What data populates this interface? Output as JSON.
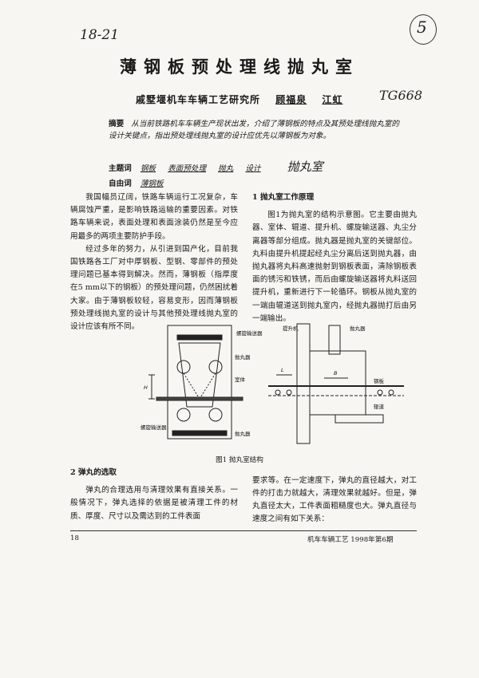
{
  "handwritten": {
    "top_left": "18-21",
    "top_right": "5",
    "code": "TG668",
    "keyword_note": "抛丸室"
  },
  "title": "薄钢板预处理线抛丸室",
  "authors": {
    "affiliation": "戚墅堰机车车辆工艺研究所",
    "names": [
      "顾福泉",
      "江虹"
    ]
  },
  "abstract": {
    "label": "摘要",
    "text": "从当前铁路机车车辆生产现状出发，介绍了薄钢板的特点及其预处理线抛丸室的设计关键点，指出预处理线抛丸室的设计应优先以薄钢板为对象。"
  },
  "keywords": {
    "label": "主题词",
    "items": [
      "钢板",
      "表面预处理",
      "抛丸",
      "设计"
    ]
  },
  "free_words": {
    "label": "自由词",
    "items": [
      "薄钢板"
    ]
  },
  "intro": {
    "p1": "我国幅员辽阔，铁路车辆运行工况复杂，车辆腐蚀严重，是影响铁路运输的重要因素。对铁路车辆来说，表面处理和表面涂装仍然是至今应用最多的两项主要防护手段。",
    "p2": "经过多年的努力，从引进到国产化，目前我国铁路各工厂对中厚钢板、型钢、零部件的预处理问题已基本得到解决。然而，薄钢板（指厚度在5 mm以下的钢板）的预处理问题，仍然困扰着大家。由于薄钢板较轻，容易变形，因而薄钢板预处理线抛丸室的设计与其他预处理线抛丸室的设计应该有所不同。"
  },
  "section1": {
    "heading": "1 抛丸室工作原理",
    "text": "图1为抛丸室的结构示意图。它主要由抛丸器、室体、辊道、提升机、螺旋输送器、丸尘分离器等部分组成。抛丸器是抛丸室的关键部位。丸料由提升机提起经丸尘分离后送到抛丸器，由抛丸器将丸料高速抛射到钢板表面，清除钢板表面的锈污和铁锈，而后由螺旋输送器将丸料送回提升机，重新进行下一轮循环。钢板从抛丸室的一端由辊道送到抛丸室内，经抛丸器抛打后由另一端输出。"
  },
  "figure": {
    "caption": "图1 抛丸室结构",
    "labels": {
      "screw_top": "螺旋输送器",
      "blaster_left": "抛丸器",
      "chamber": "室体",
      "screw_bottom": "螺旋输送器",
      "blaster_bottom": "抛丸器",
      "elevator": "提升机",
      "blaster_right": "抛丸器",
      "plate": "钢板",
      "roller": "辊道",
      "H": "H",
      "L": "L",
      "B": "B"
    }
  },
  "section2": {
    "heading": "2 弹丸的选取",
    "text_left": "弹丸的合理选用与清理效果有直接关系。一般情况下，弹丸选择的依据是被清理工件的材质、厚度、尺寸以及需达到的工件表面",
    "text_right": "要求等。在一定速度下，弹丸的直径越大，对工件的打击力就越大，清理效果就越好。但是，弹丸直径太大，工件表面粗糙度也大。弹丸直径与速度之间有如下关系："
  },
  "footer": {
    "page": "18",
    "journal": "机车车辆工艺  1998年第6期"
  }
}
